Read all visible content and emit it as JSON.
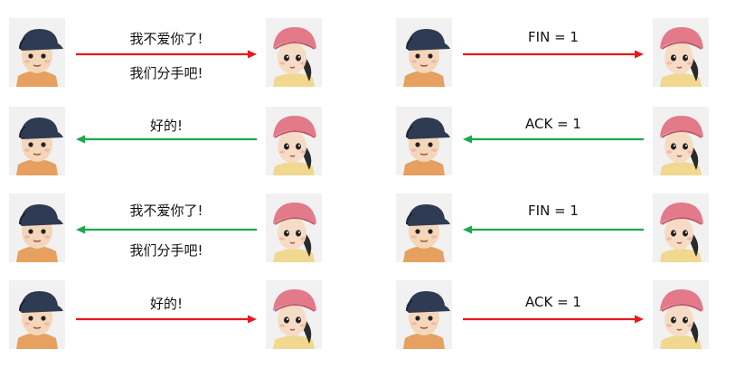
{
  "left_panel": {
    "rows": [
      {
        "direction": "right",
        "color": "#e8191b",
        "lines": [
          "我不爱你了!",
          "我们分手吧!"
        ]
      },
      {
        "direction": "left",
        "color": "#1aa84a",
        "lines": [
          "好的!"
        ]
      },
      {
        "direction": "left",
        "color": "#1aa84a",
        "lines": [
          "我不爱你了!",
          "我们分手吧!"
        ]
      },
      {
        "direction": "right",
        "color": "#e8191b",
        "lines": [
          "好的!"
        ]
      }
    ]
  },
  "right_panel": {
    "rows": [
      {
        "direction": "right",
        "color": "#e8191b",
        "lines": [
          "FIN = 1"
        ]
      },
      {
        "direction": "left",
        "color": "#1aa84a",
        "lines": [
          "ACK = 1"
        ]
      },
      {
        "direction": "left",
        "color": "#1aa84a",
        "lines": [
          "FIN = 1"
        ]
      },
      {
        "direction": "right",
        "color": "#e8191b",
        "lines": [
          "ACK = 1"
        ]
      }
    ]
  },
  "icons": {
    "boy": "boy-avatar-icon",
    "girl": "girl-avatar-icon"
  }
}
